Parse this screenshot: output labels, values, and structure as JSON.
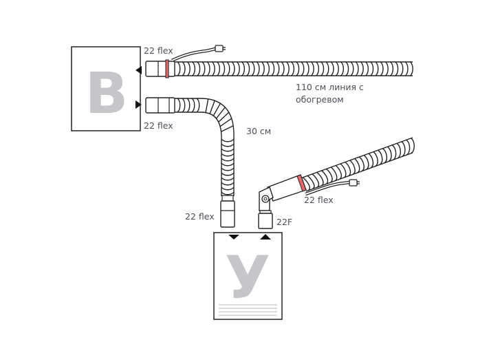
{
  "boxes": {
    "b_letter": "B",
    "y_letter": "У"
  },
  "labels": {
    "flex_top": "22 flex",
    "flex_mid": "22 flex",
    "line_title_1": "110 см линия с",
    "line_title_2": "обогревом",
    "length_30": "30 см",
    "flex_bottom": "22 flex",
    "flex_right": "22 flex",
    "port_22f": "22F"
  },
  "colors": {
    "line": "#222222",
    "accent": "#e46a6a",
    "letter": "#c4c6c9",
    "text": "#4a4f5a"
  }
}
